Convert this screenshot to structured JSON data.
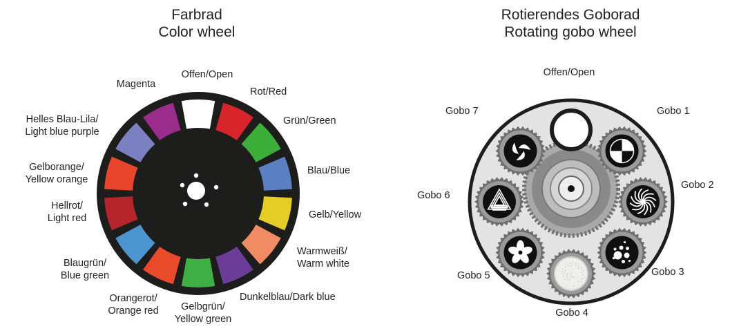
{
  "color_wheel": {
    "title_de": "Farbrad",
    "title_en": "Color wheel",
    "slots": [
      {
        "label": [
          "Offen/Open"
        ],
        "color": "#ffffff"
      },
      {
        "label": [
          "Rot/Red"
        ],
        "color": "#d8242b"
      },
      {
        "label": [
          "Grün/Green"
        ],
        "color": "#3cae3a"
      },
      {
        "label": [
          "Blau/Blue"
        ],
        "color": "#5b7fc0"
      },
      {
        "label": [
          "Gelb/Yellow"
        ],
        "color": "#e5cd25"
      },
      {
        "label": [
          "Warmweiß/",
          "Warm white"
        ],
        "color": "#f08b63"
      },
      {
        "label": [
          "Dunkelblau/Dark blue"
        ],
        "color": "#6b3d98"
      },
      {
        "label": [
          "Gelbgrün/",
          "Yellow green"
        ],
        "color": "#3fae44"
      },
      {
        "label": [
          "Orangerot/",
          "Orange red"
        ],
        "color": "#e84a2a"
      },
      {
        "label": [
          "Blaugrün/",
          "Blue green"
        ],
        "color": "#4b94cf"
      },
      {
        "label": [
          "Hellrot/",
          "Light red"
        ],
        "color": "#b5262c"
      },
      {
        "label": [
          "Gelborange/",
          "Yellow orange"
        ],
        "color": "#e9452c"
      },
      {
        "label": [
          "Helles Blau-Lila/",
          "Light blue purple"
        ],
        "color": "#7a80c2"
      },
      {
        "label": [
          "Magenta"
        ],
        "color": "#9a2c8c"
      }
    ]
  },
  "gobo_wheel": {
    "title_de": "Rotierendes Goborad",
    "title_en": "Rotating gobo wheel",
    "slots": [
      {
        "label": "Offen/Open",
        "icon": "open-ring-icon"
      },
      {
        "label": "Gobo 1",
        "icon": "quartered-circle-icon"
      },
      {
        "label": "Gobo 2",
        "icon": "spiral-icon"
      },
      {
        "label": "Gobo 3",
        "icon": "bubbles-icon"
      },
      {
        "label": "Gobo 4",
        "icon": "glass-texture-icon"
      },
      {
        "label": "Gobo 5",
        "icon": "flower-icon"
      },
      {
        "label": "Gobo 6",
        "icon": "triangle-lines-icon"
      },
      {
        "label": "Gobo 7",
        "icon": "swirl-icon"
      }
    ]
  }
}
